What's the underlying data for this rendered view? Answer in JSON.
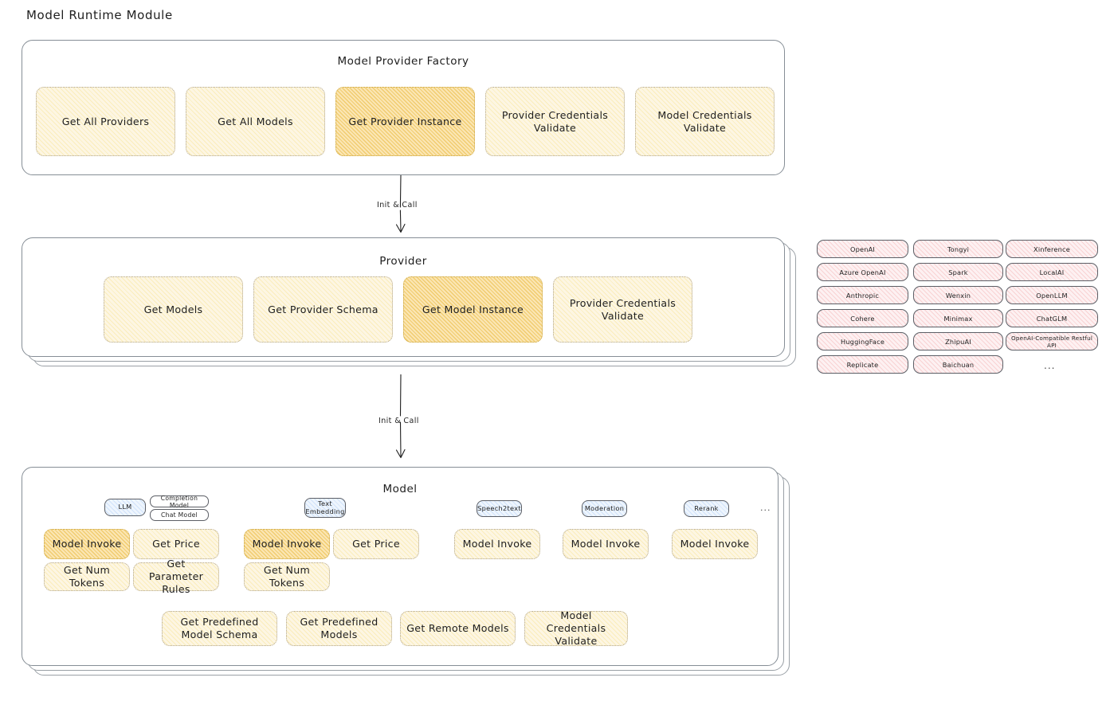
{
  "page": {
    "title": "Model Runtime Module"
  },
  "colors": {
    "op_fill": "#fdf6e3",
    "op_fill_highlight": "#fbe6b4",
    "op_border": "#b0a48a",
    "op_border_highlight": "#c9a33a",
    "provider_chip_fill": "#fdf1f2",
    "model_type_chip_fill": "#eef5fd",
    "frame_border": "#868e96",
    "text": "#1e1e1e"
  },
  "factory": {
    "title": "Model Provider Factory",
    "ops": [
      {
        "label": "Get All Providers",
        "highlight": false
      },
      {
        "label": "Get All Models",
        "highlight": false
      },
      {
        "label": "Get Provider Instance",
        "highlight": true
      },
      {
        "label": "Provider Credentials Validate",
        "highlight": false
      },
      {
        "label": "Model Credentials Validate",
        "highlight": false
      }
    ]
  },
  "arrows": [
    {
      "label": "Init & Call"
    },
    {
      "label": "Init & Call"
    }
  ],
  "provider": {
    "title": "Provider",
    "ops": [
      {
        "label": "Get Models",
        "highlight": false
      },
      {
        "label": "Get Provider Schema",
        "highlight": false
      },
      {
        "label": "Get Model Instance",
        "highlight": true
      },
      {
        "label": "Provider Credentials Validate",
        "highlight": false
      }
    ]
  },
  "provider_list": {
    "columns": [
      {
        "items": [
          "OpenAI",
          "Azure OpenAI",
          "Anthropic",
          "Cohere",
          "HuggingFace",
          "Replicate"
        ]
      },
      {
        "items": [
          "Tongyi",
          "Spark",
          "Wenxin",
          "Minimax",
          "ZhipuAI",
          "Baichuan"
        ]
      },
      {
        "items": [
          "Xinference",
          "LocalAI",
          "OpenLLM",
          "ChatGLM",
          "OpenAI-Compatible Restful API"
        ]
      }
    ],
    "more": "..."
  },
  "model": {
    "title": "Model",
    "more": "...",
    "types": [
      {
        "name": "LLM",
        "subtypes": [
          "Completion Model",
          "Chat Model"
        ],
        "ops": [
          {
            "label": "Model Invoke",
            "highlight": true
          },
          {
            "label": "Get Price",
            "highlight": false
          },
          {
            "label": "Get Num Tokens",
            "highlight": false
          },
          {
            "label": "Get Parameter Rules",
            "highlight": false
          }
        ]
      },
      {
        "name": "Text Embedding",
        "subtypes": [],
        "ops": [
          {
            "label": "Model Invoke",
            "highlight": true
          },
          {
            "label": "Get Price",
            "highlight": false
          },
          {
            "label": "Get Num Tokens",
            "highlight": false
          }
        ]
      },
      {
        "name": "Speech2text",
        "subtypes": [],
        "ops": [
          {
            "label": "Model Invoke",
            "highlight": false
          }
        ]
      },
      {
        "name": "Moderation",
        "subtypes": [],
        "ops": [
          {
            "label": "Model Invoke",
            "highlight": false
          }
        ]
      },
      {
        "name": "Rerank",
        "subtypes": [],
        "ops": [
          {
            "label": "Model Invoke",
            "highlight": false
          }
        ]
      }
    ],
    "common_ops": [
      {
        "label": "Get Predefined Model Schema"
      },
      {
        "label": "Get Predefined Models"
      },
      {
        "label": "Get Remote Models"
      },
      {
        "label": "Model Credentials Validate"
      }
    ]
  }
}
